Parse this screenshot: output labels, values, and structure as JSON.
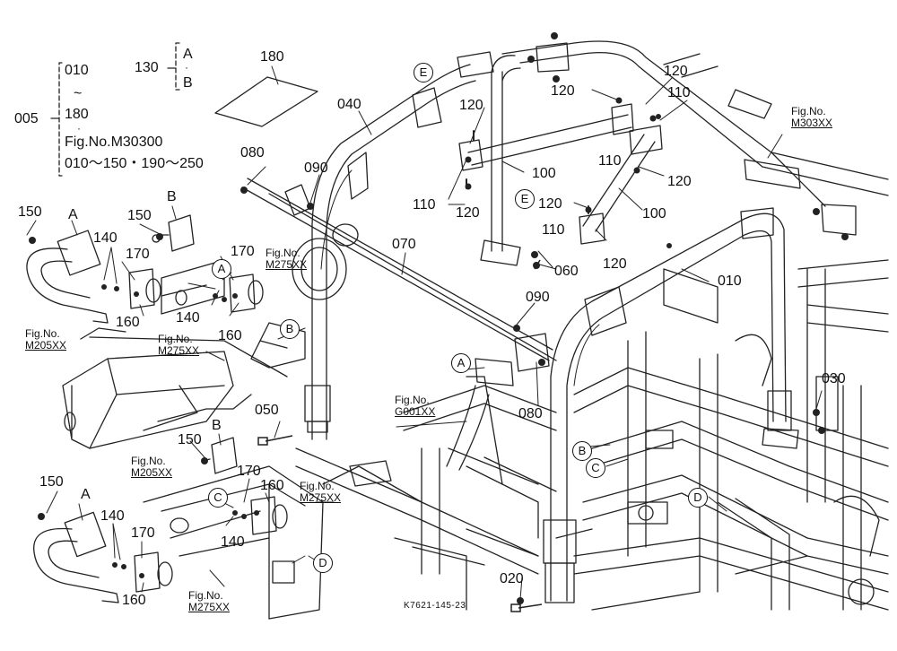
{
  "legend": {
    "main_code": "005",
    "items": [
      "010",
      "~",
      "180",
      "·",
      "Fig.No.M30300",
      "010～150・190～250"
    ],
    "group_code": "130",
    "group_items": [
      "A",
      "·",
      "B"
    ],
    "sheet_label": "180"
  },
  "labels": [
    {
      "id": "l040",
      "text": "040"
    },
    {
      "id": "l080a",
      "text": "080"
    },
    {
      "id": "l090a",
      "text": "090"
    },
    {
      "id": "l070",
      "text": "070"
    },
    {
      "id": "l090b",
      "text": "090"
    },
    {
      "id": "l080b",
      "text": "080"
    },
    {
      "id": "l050",
      "text": "050"
    },
    {
      "id": "l020",
      "text": "020"
    },
    {
      "id": "l010",
      "text": "010"
    },
    {
      "id": "l030",
      "text": "030"
    },
    {
      "id": "l060",
      "text": "060"
    },
    {
      "id": "l100a",
      "text": "100"
    },
    {
      "id": "l100b",
      "text": "100"
    },
    {
      "id": "l110a",
      "text": "110"
    },
    {
      "id": "l110b",
      "text": "110"
    },
    {
      "id": "l110c",
      "text": "110"
    },
    {
      "id": "l110d",
      "text": "110"
    },
    {
      "id": "l120a",
      "text": "120"
    },
    {
      "id": "l120b",
      "text": "120"
    },
    {
      "id": "l120c",
      "text": "120"
    },
    {
      "id": "l120d",
      "text": "120"
    },
    {
      "id": "l120e",
      "text": "120"
    },
    {
      "id": "l120f",
      "text": "120"
    },
    {
      "id": "l120g",
      "text": "120"
    },
    {
      "id": "l150a",
      "text": "150"
    },
    {
      "id": "l150b",
      "text": "150"
    },
    {
      "id": "l150c",
      "text": "150"
    },
    {
      "id": "l150d",
      "text": "150"
    },
    {
      "id": "l140a",
      "text": "140"
    },
    {
      "id": "l140b",
      "text": "140"
    },
    {
      "id": "l140c",
      "text": "140"
    },
    {
      "id": "l140d",
      "text": "140"
    },
    {
      "id": "l170a",
      "text": "170"
    },
    {
      "id": "l170b",
      "text": "170"
    },
    {
      "id": "l170c",
      "text": "170"
    },
    {
      "id": "l170d",
      "text": "170"
    },
    {
      "id": "l160a",
      "text": "160"
    },
    {
      "id": "l160b",
      "text": "160"
    },
    {
      "id": "l160c",
      "text": "160"
    },
    {
      "id": "l160d",
      "text": "160"
    },
    {
      "id": "lA1",
      "text": "A"
    },
    {
      "id": "lA2",
      "text": "A"
    },
    {
      "id": "lB1",
      "text": "B"
    },
    {
      "id": "lB2",
      "text": "B"
    }
  ],
  "fig_refs": [
    {
      "id": "f303",
      "prefix": "Fig.No.",
      "number": "M303XX"
    },
    {
      "id": "f275a",
      "prefix": "Fig.No.",
      "number": "M275XX"
    },
    {
      "id": "f275b",
      "prefix": "Fig.No.",
      "number": "M275XX"
    },
    {
      "id": "f275c",
      "prefix": "Fig.No.",
      "number": "M275XX"
    },
    {
      "id": "f275d",
      "prefix": "Fig.No.",
      "number": "M275XX"
    },
    {
      "id": "f205a",
      "prefix": "Fig.No.",
      "number": "M205XX"
    },
    {
      "id": "f205b",
      "prefix": "Fig.No.",
      "number": "M205XX"
    },
    {
      "id": "fG001",
      "prefix": "Fig.No.",
      "number": "G001XX"
    }
  ],
  "callouts": [
    {
      "id": "cE1",
      "text": "E"
    },
    {
      "id": "cE2",
      "text": "E"
    },
    {
      "id": "cA1",
      "text": "A"
    },
    {
      "id": "cA2",
      "text": "A"
    },
    {
      "id": "cB1",
      "text": "B"
    },
    {
      "id": "cB2",
      "text": "B"
    },
    {
      "id": "cC1",
      "text": "C"
    },
    {
      "id": "cC2",
      "text": "C"
    },
    {
      "id": "cD1",
      "text": "D"
    },
    {
      "id": "cD2",
      "text": "D"
    }
  ],
  "drawing_code": "K7621-145-23"
}
